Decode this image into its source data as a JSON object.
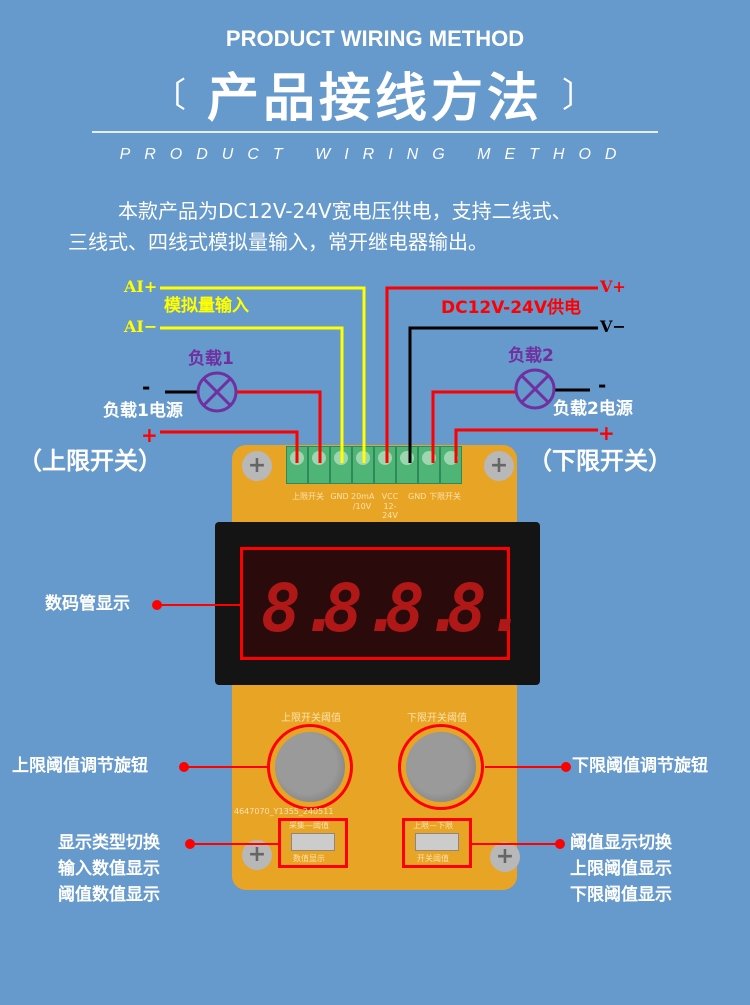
{
  "header": {
    "title_en": "PRODUCT WIRING METHOD",
    "title_cn": "产品接线方法",
    "bracket_left": "〔",
    "bracket_right": "〕",
    "subtitle": "PRODUCT WIRING METHOD"
  },
  "description": {
    "line1": "本款产品为DC12V-24V宽电压供电，支持二线式、",
    "line2": "三线式、四线式模拟量输入，常开继电器输出。"
  },
  "wiring": {
    "ai_plus": "AI+",
    "ai_minus": "AI−",
    "analog_input": "模拟量输入",
    "v_plus": "V+",
    "v_minus": "V−",
    "power_supply": "DC12V-24V供电",
    "load1": "负载1",
    "load2": "负载2",
    "load1_power": "负载1电源",
    "load2_power": "负载2电源",
    "minus": "-",
    "plus": "+",
    "upper_switch": "（上限开关）",
    "lower_switch": "（下限开关）"
  },
  "board": {
    "terminal_labels": [
      "上限开关",
      "GND",
      "20mA /10V",
      "VCC 12-24V",
      "GND",
      "下限开关"
    ],
    "knob1_label": "上限开关阈值",
    "knob2_label": "下限开关阈值",
    "pcb_code": "4647070_Y1355_240511",
    "switch1_top": "采集—阈值",
    "switch1_bottom": "数值显示",
    "switch2_top": "上限—下限",
    "switch2_bottom": "开关阈值",
    "display_digits": [
      "8.",
      "8.",
      "8.",
      "8."
    ]
  },
  "callouts": {
    "display": "数码管显示",
    "upper_knob": "上限阈值调节旋钮",
    "lower_knob": "下限阈值调节旋钮",
    "left_switch": [
      "显示类型切换",
      "输入数值显示",
      "阈值数值显示"
    ],
    "right_switch": [
      "阈值显示切换",
      "上限阈值显示",
      "下限阈值显示"
    ]
  },
  "colors": {
    "background": "#6699cc",
    "red": "#ff0000",
    "yellow": "#ffff00",
    "purple": "#7030a0",
    "board": "#e8a424"
  }
}
